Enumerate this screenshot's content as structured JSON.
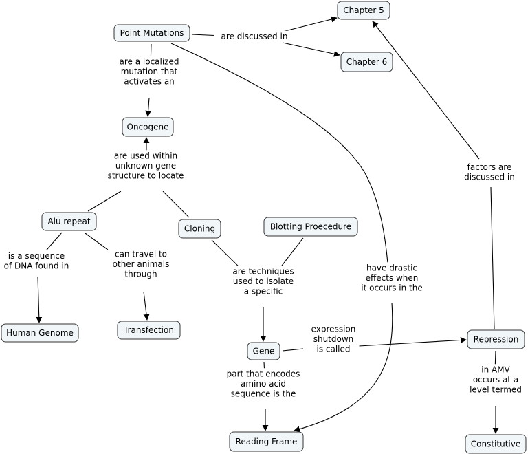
{
  "concept_map": {
    "nodes": [
      {
        "id": "point_mutations",
        "label": "Point Mutations"
      },
      {
        "id": "chapter5",
        "label": "Chapter 5"
      },
      {
        "id": "chapter6",
        "label": "Chapter 6"
      },
      {
        "id": "oncogene",
        "label": "Oncogene"
      },
      {
        "id": "alu_repeat",
        "label": "Alu repeat"
      },
      {
        "id": "cloning",
        "label": "Cloning"
      },
      {
        "id": "blotting",
        "label": "Blotting Proecedure"
      },
      {
        "id": "human_genome",
        "label": "Human Genome"
      },
      {
        "id": "transfection",
        "label": "Transfection"
      },
      {
        "id": "gene",
        "label": "Gene"
      },
      {
        "id": "repression",
        "label": "Repression"
      },
      {
        "id": "reading_frame",
        "label": "Reading Frame"
      },
      {
        "id": "constitutive",
        "label": "Constitutive"
      }
    ],
    "linking_phrases": [
      {
        "id": "discussed_in",
        "lines": [
          "are discussed in"
        ]
      },
      {
        "id": "localized",
        "lines": [
          "are a localized",
          "mutation that",
          "activates an"
        ]
      },
      {
        "id": "used_within",
        "lines": [
          "are used within",
          "unknown gene",
          "structure to locate"
        ]
      },
      {
        "id": "sequence_of",
        "lines": [
          "is a sequence",
          "of DNA found in"
        ]
      },
      {
        "id": "travel",
        "lines": [
          "can travel to",
          "other animals",
          "through"
        ]
      },
      {
        "id": "techniques",
        "lines": [
          "are techniques",
          "used to isolate",
          "a specific"
        ]
      },
      {
        "id": "drastic",
        "lines": [
          "have drastic",
          "effects when",
          "it occurs in the"
        ]
      },
      {
        "id": "factors",
        "lines": [
          "factors are",
          "discussed in"
        ]
      },
      {
        "id": "expression",
        "lines": [
          "expression",
          "shutdown",
          "is called"
        ]
      },
      {
        "id": "encodes",
        "lines": [
          "part that encodes",
          "amino acid",
          "sequence is the"
        ]
      },
      {
        "id": "amv",
        "lines": [
          "in AMV",
          "occurs at a",
          "level termed"
        ]
      }
    ]
  }
}
